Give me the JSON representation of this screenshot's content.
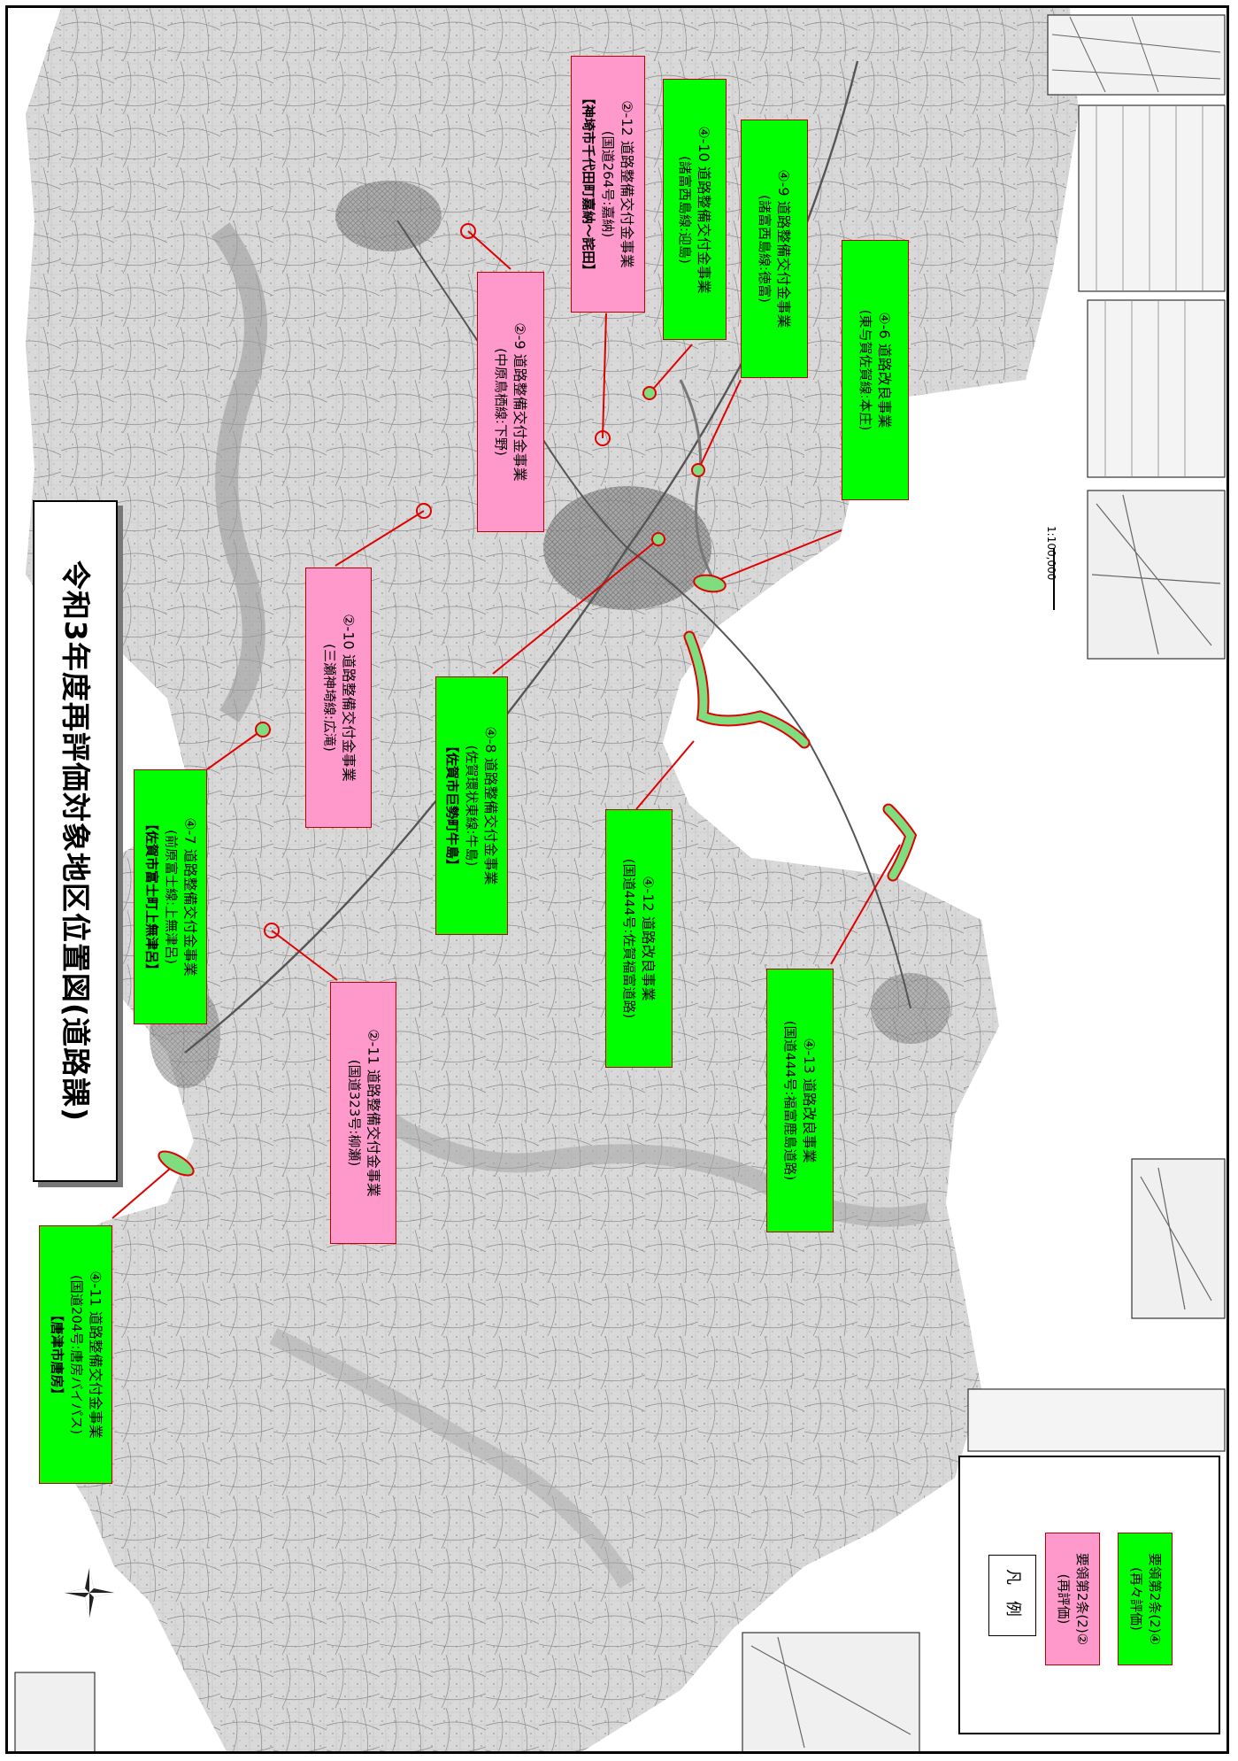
{
  "title": "令和3年度再評価対象地区位置図(道路課)",
  "scale_text": "1:100,000",
  "legend": {
    "title": "凡 例",
    "items": [
      {
        "color": "#ff99cc",
        "line1": "要領第2条(2)②",
        "line2": "(再評価)"
      },
      {
        "color": "#00ff00",
        "line1": "要領第2条(2)④",
        "line2": "(再々評価)"
      }
    ]
  },
  "colors": {
    "pink": "#ff99cc",
    "green": "#00ff00",
    "leader_line": "#e00000",
    "map_background": "#dcdcdc"
  },
  "projects": [
    {
      "id": "4-11",
      "line1": "④-11 道路整備交付金事業",
      "line2": "(国道204号:唐房バイパス)",
      "line3": "【唐津市唐房】",
      "type": "green"
    },
    {
      "id": "4-7",
      "line1": "④-7 道路整備交付金事業",
      "line2": "(前原富士線:上無津呂)",
      "line3": "【佐賀市富士町上無津呂】",
      "type": "green"
    },
    {
      "id": "2-11",
      "line1": "②-11 道路整備交付金事業",
      "line2": "(国道323号:柳瀬)",
      "line3": "",
      "type": "pink"
    },
    {
      "id": "2-10",
      "line1": "②-10 道路整備交付金事業",
      "line2": "(三瀬神埼線:広滝)",
      "line3": "",
      "type": "pink"
    },
    {
      "id": "4-8",
      "line1": "④-8 道路整備交付金事業",
      "line2": "(佐賀環状東線:牛島)",
      "line3": "【佐賀市巨勢町牛島】",
      "type": "green"
    },
    {
      "id": "2-9",
      "line1": "②-9 道路整備交付金事業",
      "line2": "(中原鳥栖線:下野)",
      "line3": "",
      "type": "pink"
    },
    {
      "id": "4-12",
      "line1": "④-12 道路改良事業",
      "line2": "(国道444号:佐賀福富道路)",
      "line3": "",
      "type": "green"
    },
    {
      "id": "4-13",
      "line1": "④-13 道路改良事業",
      "line2": "(国道444号:福富鹿島道路)",
      "line3": "",
      "type": "green"
    },
    {
      "id": "2-12",
      "line1": "②-12 道路整備交付金事業",
      "line2": "(国道264号:嘉納)",
      "line3": "【神埼市千代田町嘉納〜詫田】",
      "type": "pink"
    },
    {
      "id": "4-10",
      "line1": "④-10 道路整備交付金事業",
      "line2": "(諸富西島線:迎島)",
      "line3": "",
      "type": "green"
    },
    {
      "id": "4-9",
      "line1": "④-9 道路整備交付金事業",
      "line2": "(諸富西島線:徳富)",
      "line3": "",
      "type": "green"
    },
    {
      "id": "4-6",
      "line1": "④-6 道路改良事業",
      "line2": "(東与賀佐賀線:本庄)",
      "line3": "",
      "type": "green"
    }
  ]
}
